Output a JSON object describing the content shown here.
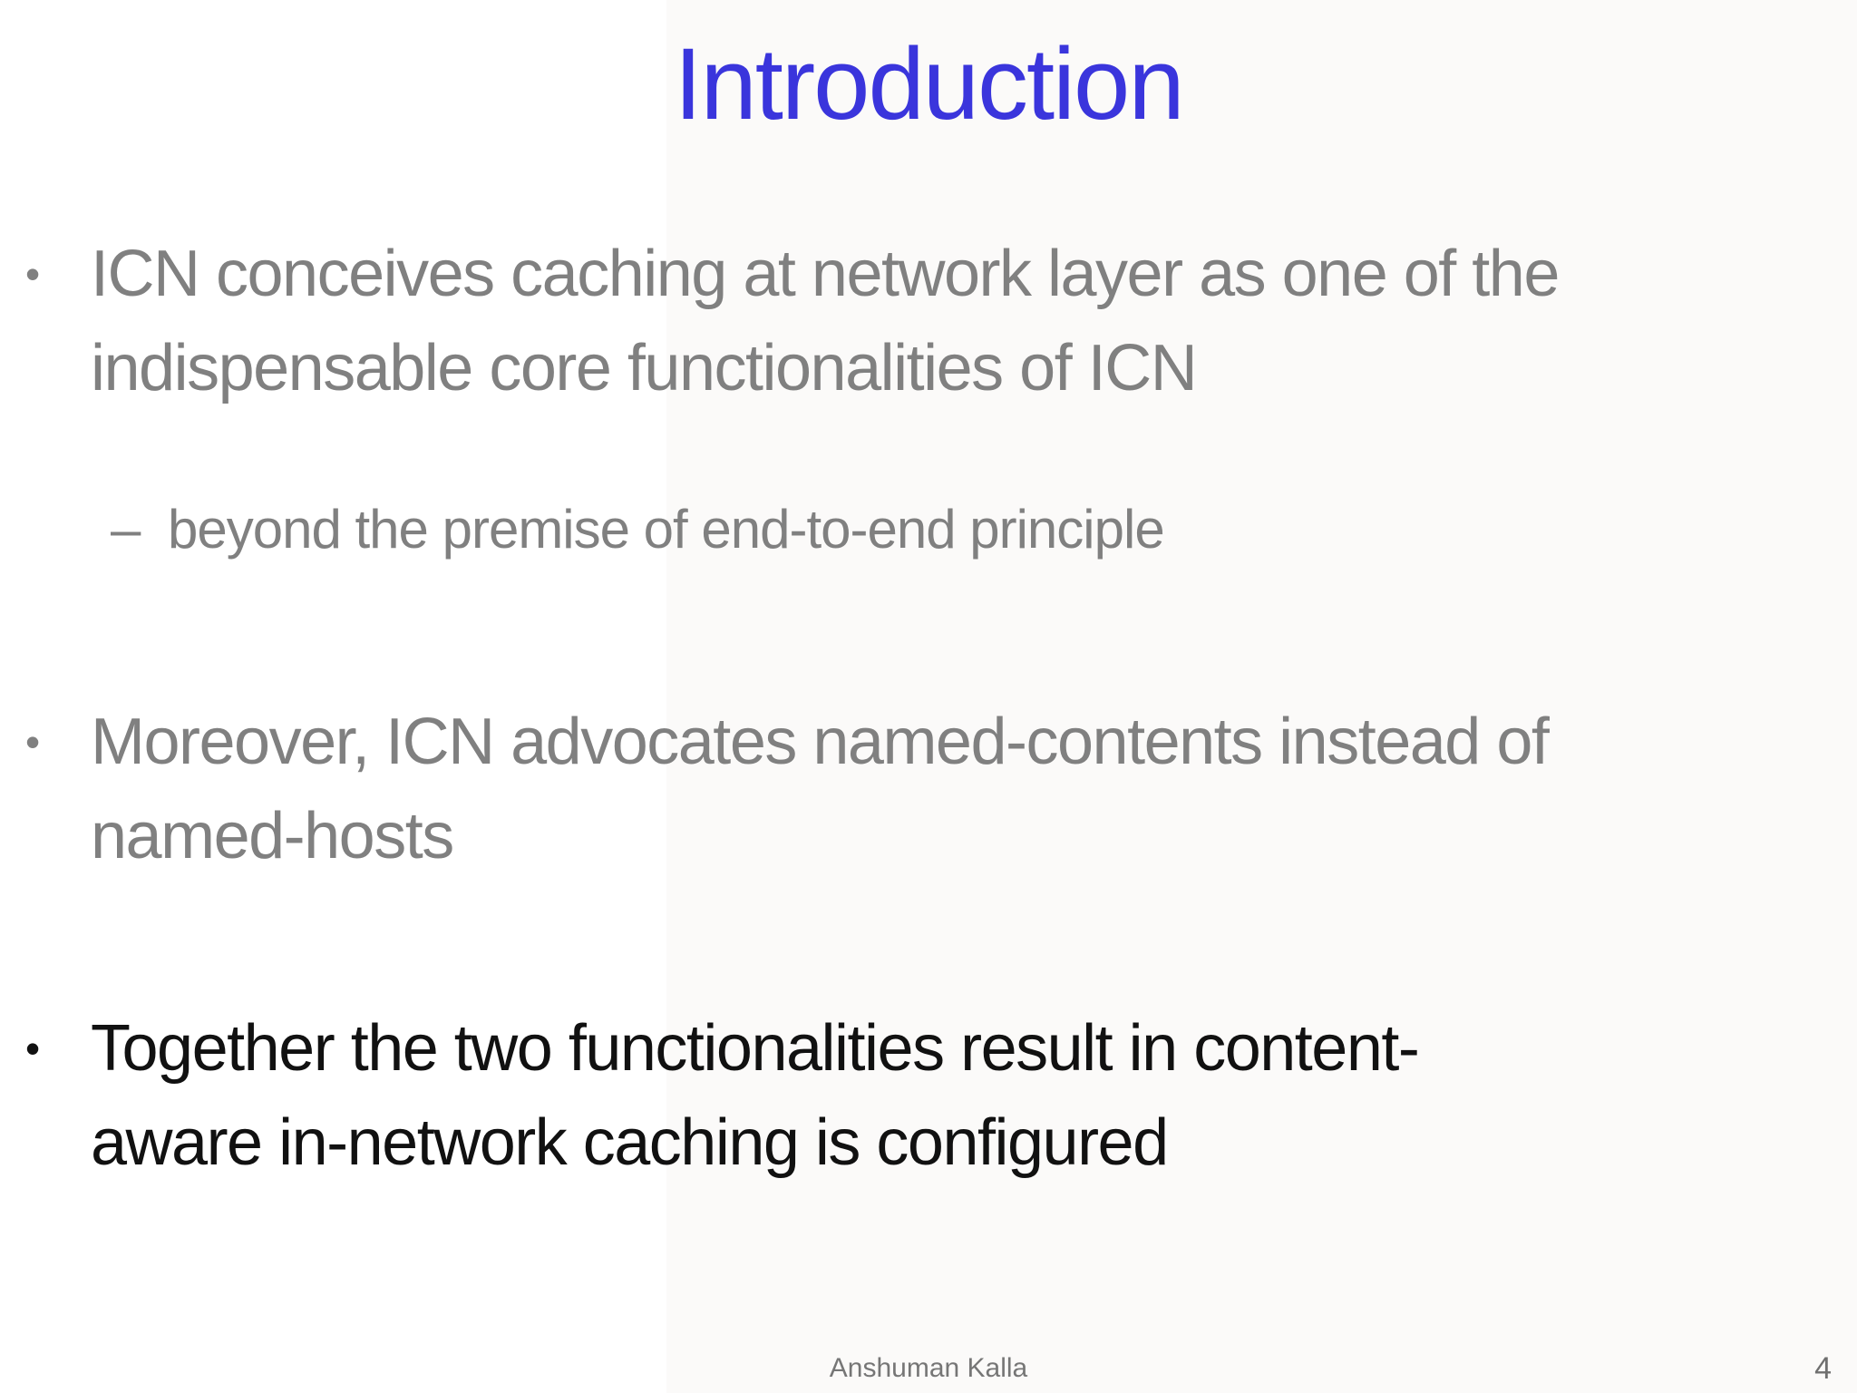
{
  "slide": {
    "title": "Introduction",
    "colors": {
      "title_blue": "#3a35dc",
      "body_gray": "#808080",
      "body_black": "#111111",
      "footer_gray": "#767676"
    },
    "bullets": [
      {
        "marker": "•",
        "level": 1,
        "color": "gray",
        "lines": [
          "ICN conceives caching at network layer as one of the",
          "indispensable core functionalities of ICN"
        ]
      },
      {
        "marker": "–",
        "level": 2,
        "color": "gray",
        "lines": [
          "beyond the premise of end-to-end principle"
        ]
      },
      {
        "marker": "•",
        "level": 1,
        "color": "gray",
        "lines": [
          "Moreover, ICN advocates named-contents instead of",
          "named-hosts"
        ]
      },
      {
        "marker": "•",
        "level": 1,
        "color": "black",
        "lines": [
          "Together the two functionalities result in content-",
          "aware in-network caching is configured"
        ]
      }
    ],
    "footer": {
      "author": "Anshuman Kalla",
      "page_number": "4"
    }
  }
}
